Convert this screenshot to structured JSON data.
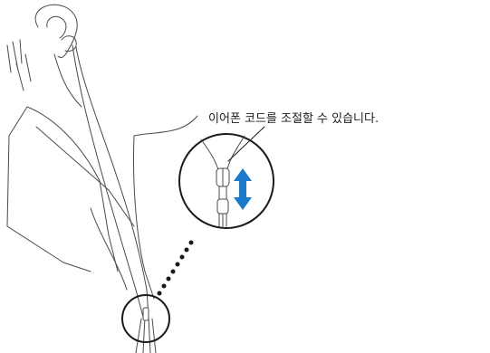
{
  "callout_text": "이어폰 코드를 조절할 수 있습니다.",
  "colors": {
    "line": "#4a4a4a",
    "arrow": "#1b7ac9",
    "dots": "#1a1a1a",
    "background": "#ffffff"
  },
  "icons": [
    "person-outline-illustration",
    "earphone-cord",
    "magnifier-circle",
    "double-arrow-icon"
  ]
}
